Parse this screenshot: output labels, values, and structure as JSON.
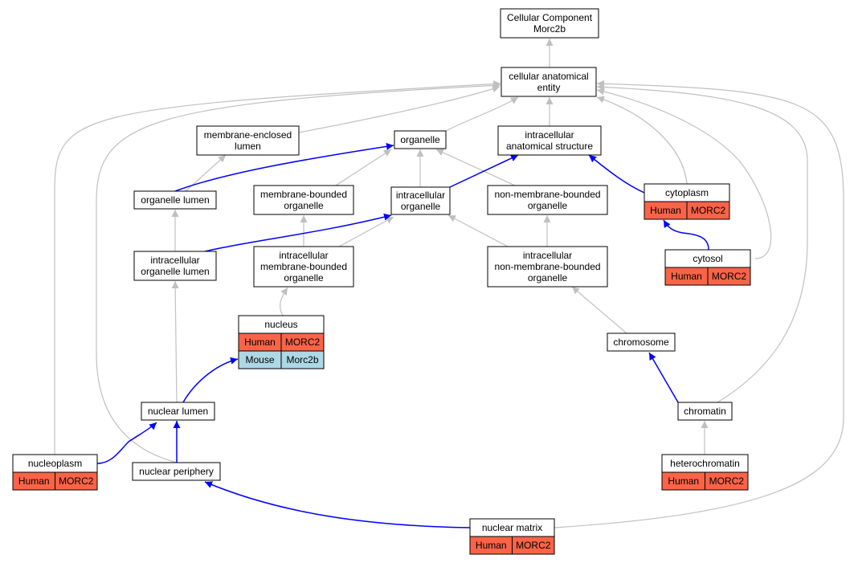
{
  "colors": {
    "gray_edge": "#c0c0c0",
    "blue_edge": "#0000ff",
    "human_fill": "#fa6347",
    "mouse_fill": "#add8e6",
    "node_border": "#000000",
    "node_fill": "#ffffff"
  },
  "nodes": {
    "root": [
      "Cellular Component",
      "Morc2b"
    ],
    "cae": [
      "cellular anatomical",
      "entity"
    ],
    "mel": [
      "membrane-enclosed",
      "lumen"
    ],
    "org": [
      "organelle"
    ],
    "ias": [
      "intracellular",
      "anatomical structure"
    ],
    "olu": [
      "organelle lumen"
    ],
    "mbo": [
      "membrane-bounded",
      "organelle"
    ],
    "io": [
      "intracellular",
      "organelle"
    ],
    "nmbo": [
      "non-membrane-bounded",
      "organelle"
    ],
    "cyto": [
      "cytoplasm"
    ],
    "iol": [
      "intracellular",
      "organelle lumen"
    ],
    "imbo": [
      "intracellular",
      "membrane-bounded",
      "organelle"
    ],
    "inmbo": [
      "intracellular",
      "non-membrane-bounded",
      "organelle"
    ],
    "cytosol": [
      "cytosol"
    ],
    "nucleus": [
      "nucleus"
    ],
    "chromosome": [
      "chromosome"
    ],
    "nlumen": [
      "nuclear lumen"
    ],
    "chromatin": [
      "chromatin"
    ],
    "nplasm": [
      "nucleoplasm"
    ],
    "nperiph": [
      "nuclear periphery"
    ],
    "hchrom": [
      "heterochromatin"
    ],
    "nmatrix": [
      "nuclear matrix"
    ]
  },
  "annotations": {
    "cyto": [
      [
        "Human",
        "MORC2"
      ]
    ],
    "cytosol": [
      [
        "Human",
        "MORC2"
      ]
    ],
    "nucleus": [
      [
        "Human",
        "MORC2"
      ],
      [
        "Mouse",
        "Morc2b"
      ]
    ],
    "nplasm": [
      [
        "Human",
        "MORC2"
      ]
    ],
    "hchrom": [
      [
        "Human",
        "MORC2"
      ]
    ],
    "nmatrix": [
      [
        "Human",
        "MORC2"
      ]
    ]
  }
}
